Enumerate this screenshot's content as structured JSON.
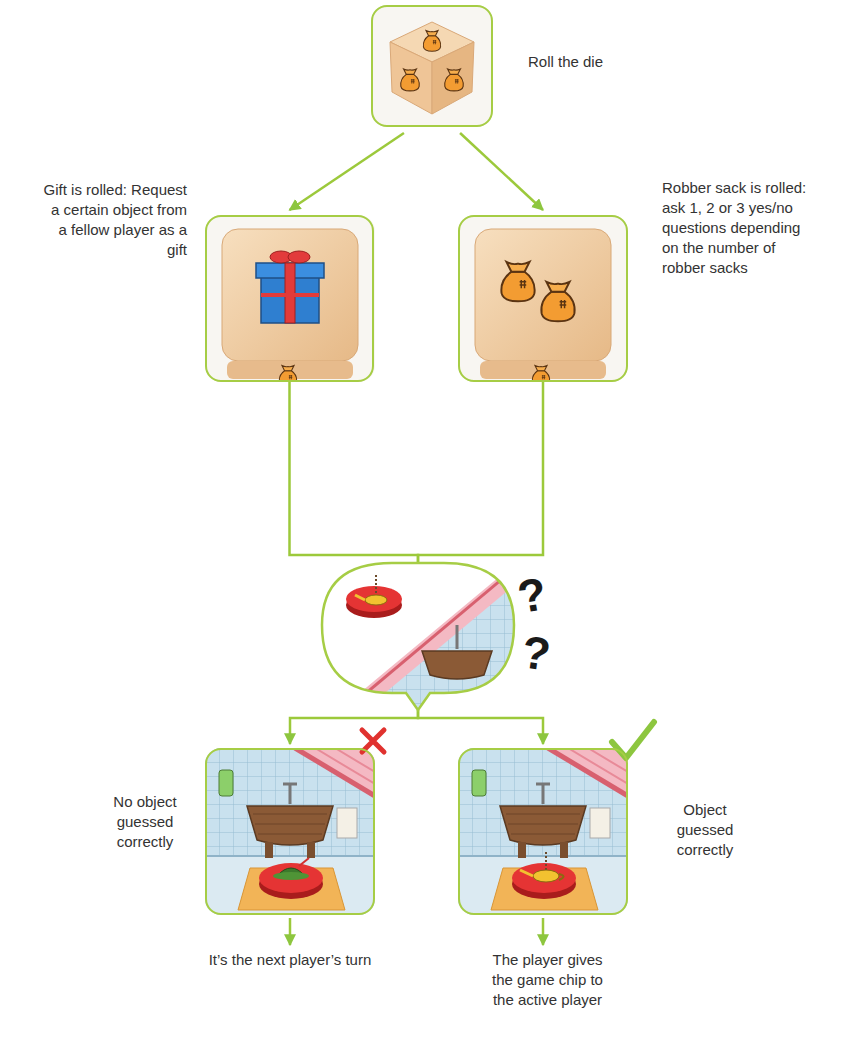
{
  "diagram": {
    "nodes": [
      {
        "text": [
          "Roll the die"
        ]
      },
      {
        "text": [
          "Gift is rolled: Request a certain object from a fellow player as a gift"
        ]
      },
      {
        "text": [
          "Robber sack is rolled: ask 1, 2 or 3 yes/no questions depending on the number of robber sacks"
        ]
      },
      {
        "text": []
      },
      {
        "text": [
          "No object guessed correctly"
        ]
      },
      {
        "text": [
          "Object guessed correctly"
        ]
      },
      {
        "text": [
          "It’s the next player’s turn"
        ]
      },
      {
        "text": [
          "The player gives the game chip to the active player"
        ]
      }
    ],
    "edges": [
      {
        "from": 0,
        "to": 1,
        "arrow": "to"
      },
      {
        "from": 0,
        "to": 2,
        "arrow": "to"
      },
      {
        "from": 1,
        "to": 3,
        "arrow": "none"
      },
      {
        "from": 2,
        "to": 3,
        "arrow": "none"
      },
      {
        "from": 3,
        "to": 4,
        "arrow": "to"
      },
      {
        "from": 3,
        "to": 5,
        "arrow": "to"
      },
      {
        "from": 4,
        "to": 6,
        "arrow": "to"
      },
      {
        "from": 5,
        "to": 7,
        "arrow": "to"
      }
    ],
    "labels": [
      "?",
      "?"
    ]
  }
}
